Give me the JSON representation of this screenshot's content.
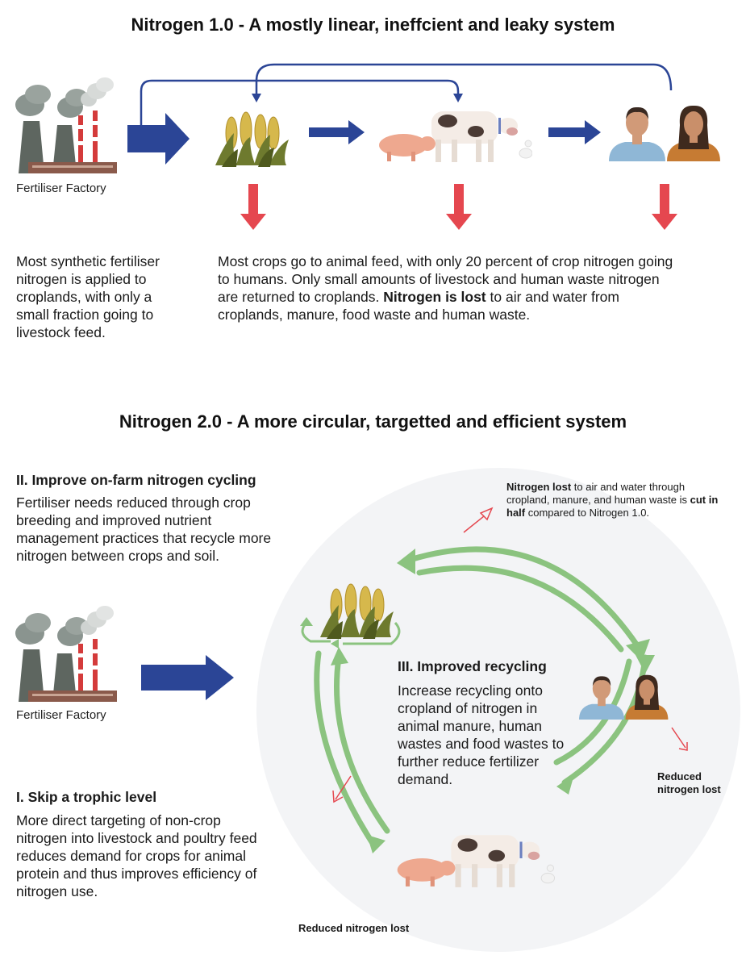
{
  "section1": {
    "title": "Nitrogen 1.0 - A mostly linear, ineffcient and leaky system",
    "factory_label": "Fertiliser Factory",
    "left_text": "Most synthetic fertiliser nitrogen is applied to croplands, with only a small fraction going to livestock feed.",
    "right_text_a": "Most crops go to animal feed, with only 20 percent of crop nitrogen going to humans. Only small amounts of livestock and human waste nitrogen are returned to croplands. ",
    "right_text_bold": "Nitrogen is lost",
    "right_text_b": " to air and water from croplands, manure, food waste and human waste."
  },
  "section2": {
    "title": "Nitrogen 2.0 - A more circular, targetted and efficient system",
    "factory_label": "Fertiliser Factory",
    "heading_ii": "II. Improve on-farm nitrogen cycling",
    "text_ii": "Fertiliser needs reduced through crop breeding and improved nutrient management practices that recycle more nitrogen between crops and soil.",
    "heading_i": "I. Skip a trophic level",
    "text_i": "More direct targeting of non-crop nitrogen into livestock and poultry feed reduces demand for crops for animal protein and thus improves efficiency of nitrogen use.",
    "heading_iii": "III. Improved recycling",
    "text_iii": "Increase recycling onto cropland of nitrogen in animal manure, human wastes and food wastes to further reduce fertilizer demand.",
    "lost_bold1": "Nitrogen lost",
    "lost_text1": " to air and water through cropland, manure, and human waste is ",
    "lost_bold2": "cut in half",
    "lost_text2": " compared to Nitrogen 1.0.",
    "reduced_right": "Reduced nitrogen lost",
    "reduced_bottom": "Reduced nitrogen lost"
  },
  "colors": {
    "blue_arrow": "#2b4596",
    "red_arrow": "#e5474f",
    "green_arrow": "#8bc37f",
    "circle_bg": "#f3f4f6"
  }
}
